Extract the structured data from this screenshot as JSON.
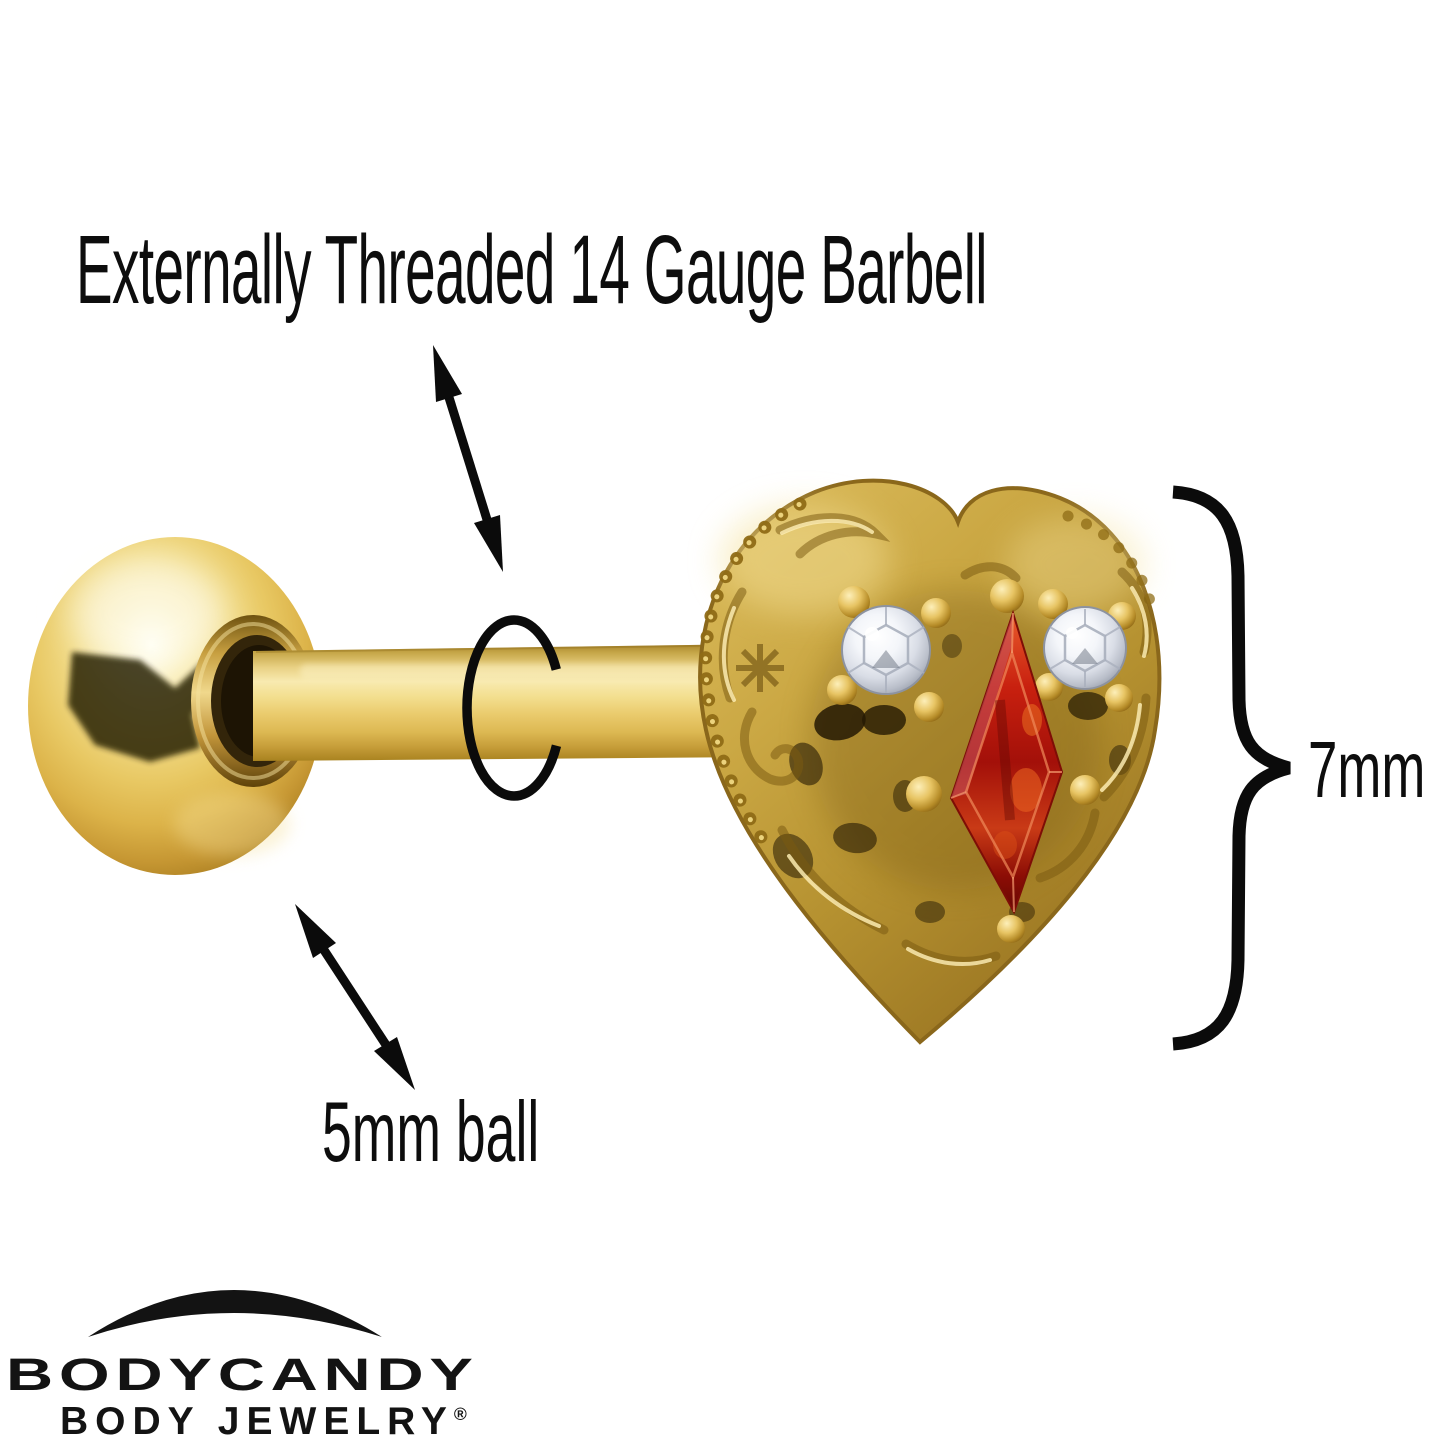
{
  "page": {
    "background": "#FFFFFF"
  },
  "annotations": {
    "barbell_label": "Externally Threaded 14 Gauge Barbell",
    "ball_label": "5mm ball",
    "charm_height_label": "7mm"
  },
  "icons": {
    "thread_ring": "open-ellipse-marker",
    "barbell_arrow": "double-headed-arrow",
    "ball_arrow": "double-headed-arrow",
    "charm_brace": "curly-brace",
    "logo_swoosh": "arc-crescent"
  },
  "logo": {
    "brand": "BODYCANDY",
    "tagline": "BODY JEWELRY",
    "registered": "®"
  },
  "colors": {
    "gold": "#E6C35C",
    "gold_deep": "#A87E20",
    "antique_gold": "#C3A244",
    "red_gem": "#A31009",
    "crystal": "#E8EBF2",
    "annotation": "#0D0D0D"
  }
}
